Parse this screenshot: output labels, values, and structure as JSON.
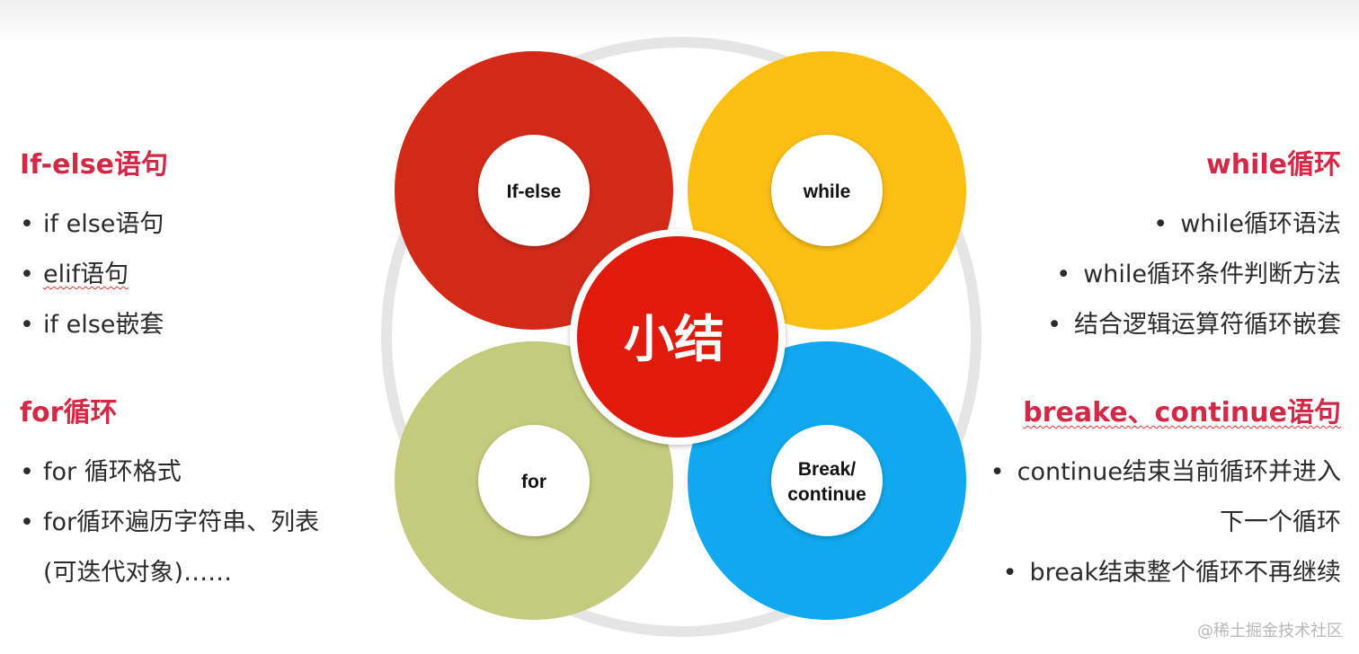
{
  "left": {
    "sections": [
      {
        "heading": "If-else语句",
        "items": [
          "if else语句",
          "elif语句",
          "if else嵌套"
        ]
      },
      {
        "heading": "for循环",
        "items": [
          "for 循环格式",
          "for循环遍历字符串、列表",
          "(可迭代对象)……"
        ]
      }
    ]
  },
  "right": {
    "sections": [
      {
        "heading": "while循环",
        "items": [
          "while循环语法",
          "while循环条件判断方法",
          "结合逻辑运算符循环嵌套"
        ]
      },
      {
        "heading": "breake、continue语句",
        "items": [
          "continue结束当前循环并进入",
          "下一个循环",
          "break结束整个循环不再继续"
        ]
      }
    ]
  },
  "diagram": {
    "center_label": "小结",
    "petals": [
      {
        "label": "If-else",
        "color": "#d32a18"
      },
      {
        "label": "while",
        "color": "#fbbf14"
      },
      {
        "label": "for",
        "color": "#c3cc7d"
      },
      {
        "label_line1": "Break/",
        "label_line2": "continue",
        "color": "#10a9ef"
      }
    ],
    "center_color": "#e11b0c",
    "ring_color": "#dedede"
  },
  "watermark": "@稀土掘金技术社区"
}
